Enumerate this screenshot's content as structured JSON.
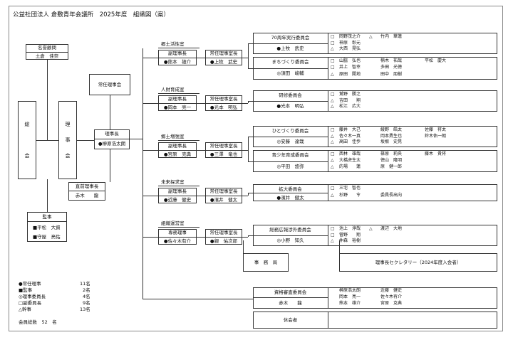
{
  "title": "公益社団法人 倉敷青年会議所　2025年度　組織図（案）",
  "left": {
    "soukai": [
      "総",
      "会"
    ],
    "rijikai": [
      "理",
      "事",
      "会"
    ],
    "komon_title": "名誉顧問",
    "komon_name": "土倉　佳奈",
    "jonin": "常任理事会",
    "rijicho_title": "理事長",
    "rijicho_name": "●榊原浩太朗",
    "zenrijicho_title": "直前理事長",
    "zenrijicho_name": "赤木　　龍",
    "kanji_title": "監事",
    "kanji_1": "■平松　大資",
    "kanji_2": "■守屋　亮佑"
  },
  "sections": [
    {
      "name": "郷土活性室",
      "vp_title": "副理事長",
      "vp_name": "●熊本　雄介",
      "chief_title": "常任理事室長",
      "chief_name": "●上牧　武史",
      "committees": [
        {
          "title": "70周年実行委員会",
          "chair": "●上牧　武史",
          "members": [
            [
              "□",
              "岡野茂之介",
              "△",
              "竹内　華蓮"
            ],
            [
              "□",
              "神原　彰元",
              "",
              ""
            ],
            [
              "△",
              "大西　晃弘",
              "",
              ""
            ]
          ]
        },
        {
          "title": "まちづくり委員会",
          "chair": "◎須田　峻輔",
          "members": [
            [
              "□",
              "山脇　弘也",
              "楠木　祐哉",
              "平松　慶大"
            ],
            [
              "□",
              "井上　智幸",
              "多田　光徳",
              ""
            ],
            [
              "△",
              "原田　開地",
              "田中　朋樹",
              ""
            ]
          ]
        }
      ]
    },
    {
      "name": "人財育成室",
      "vp_title": "副理事長",
      "vp_name": "●岡本　亮一",
      "chief_title": "常任理事室長",
      "chief_name": "●光本　明弘",
      "committees": [
        {
          "title": "研修委員会",
          "chair": "●光本　明弘",
          "members": [
            [
              "□",
              "鷲野　勝之",
              "",
              ""
            ],
            [
              "△",
              "吉田　　翔",
              "",
              ""
            ],
            [
              "△",
              "松江　広大",
              "",
              ""
            ]
          ]
        }
      ]
    },
    {
      "name": "郷土増強室",
      "vp_title": "副理事長",
      "vp_name": "●宮原　克典",
      "chief_title": "常任理事室長",
      "chief_name": "●三澤　竜也",
      "committees": [
        {
          "title": "ひとづくり委員会",
          "chair": "◎安藤　達哉",
          "members": [
            [
              "□",
              "藤井　大己",
              "綾野　皓太",
              "佐藤　将太"
            ],
            [
              "△",
              "佐々木一真",
              "岡本勇生也",
              "鈴木佑一朗"
            ],
            [
              "△",
              "高田　佳歩",
              "坂根　史晃",
              ""
            ]
          ]
        },
        {
          "title": "青少年育成委員会",
          "chair": "◎平田　悠弥",
          "members": [
            [
              "□",
              "西林　雄哉",
              "篠原　莉央",
              "藤木　貴将"
            ],
            [
              "△",
              "大橋虎生太",
              "徳山　隆明",
              ""
            ],
            [
              "△",
              "的場　　蓮",
              "原　健一郎",
              ""
            ]
          ]
        }
      ]
    },
    {
      "name": "未来探求室",
      "vp_title": "副理事長",
      "vp_name": "●近藤　健史",
      "chief_title": "常任理事室長",
      "chief_name": "●濱井　健太",
      "committees": [
        {
          "title": "拡大委員会",
          "chair": "●濱井　健太",
          "members": [
            [
              "□",
              "三宅　智也",
              "",
              ""
            ],
            [
              "△",
              "杉野　　令",
              "委員長出向",
              ""
            ]
          ]
        }
      ]
    },
    {
      "name": "組織運営室",
      "vp_title": "専務理事",
      "vp_name": "●佐々木有介",
      "chief_title": "常任理事室長",
      "chief_name": "●親　佑次郎",
      "committees": [
        {
          "title": "総務広報渉外委員会",
          "chair": "◎小野　知久",
          "members": [
            [
              "□",
              "池上　淳哉",
              "△",
              "渡辺　大地"
            ],
            [
              "□",
              "菅野　　翔",
              "",
              ""
            ],
            [
              "△",
              "仲森　裕樹",
              "",
              ""
            ]
          ]
        }
      ]
    }
  ],
  "jimukyoku": "事　務　局",
  "secretary": "理事長セクレタリー（2024年度入会者）",
  "shikaku_title": "資格審査委員会",
  "shikaku_chair": "赤木　　龍",
  "shikaku_members": [
    [
      "榊原浩太朗",
      "近藤　健史"
    ],
    [
      "岡本　亮一",
      "佐々木有介"
    ],
    [
      "熊本　雄介",
      "宮原　克典"
    ]
  ],
  "kyukaisha": "休会者",
  "legend": [
    {
      "label": "●常任理事",
      "count": "11名"
    },
    {
      "label": "■監事",
      "count": "2名"
    },
    {
      "label": "◎理事委員長",
      "count": "4名"
    },
    {
      "label": "□副委員長",
      "count": "9名"
    },
    {
      "label": "△幹事",
      "count": "13名"
    }
  ],
  "total": "会員総数　52　名"
}
